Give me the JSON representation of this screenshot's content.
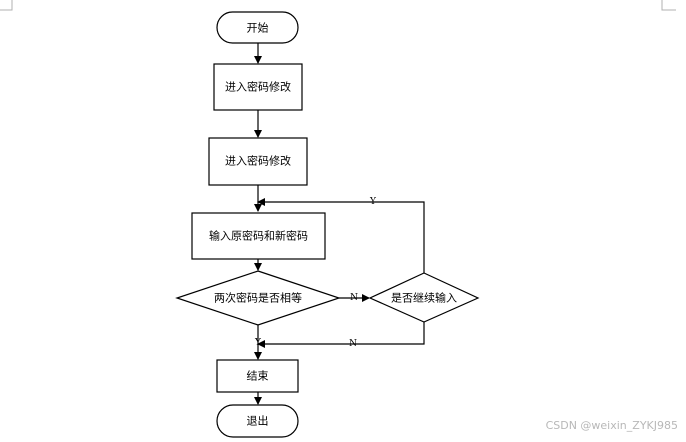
{
  "nodes": {
    "start": "开始",
    "step1": "进入密码修改",
    "step2": "进入密码修改",
    "input": "输入原密码和新密码",
    "compare": "两次密码是否相等",
    "continue": "是否继续输入",
    "finish": "结束",
    "exit": "退出"
  },
  "edge_labels": {
    "compare_no": "N",
    "compare_yes": "Y",
    "continue_yes": "Y",
    "continue_no": "N"
  },
  "watermark": "CSDN @weixin_ZYKJ985",
  "colors": {
    "stroke": "#000000",
    "fill": "#ffffff",
    "page_corner": "#b0b0b0",
    "watermark": "#b8b8b8"
  }
}
